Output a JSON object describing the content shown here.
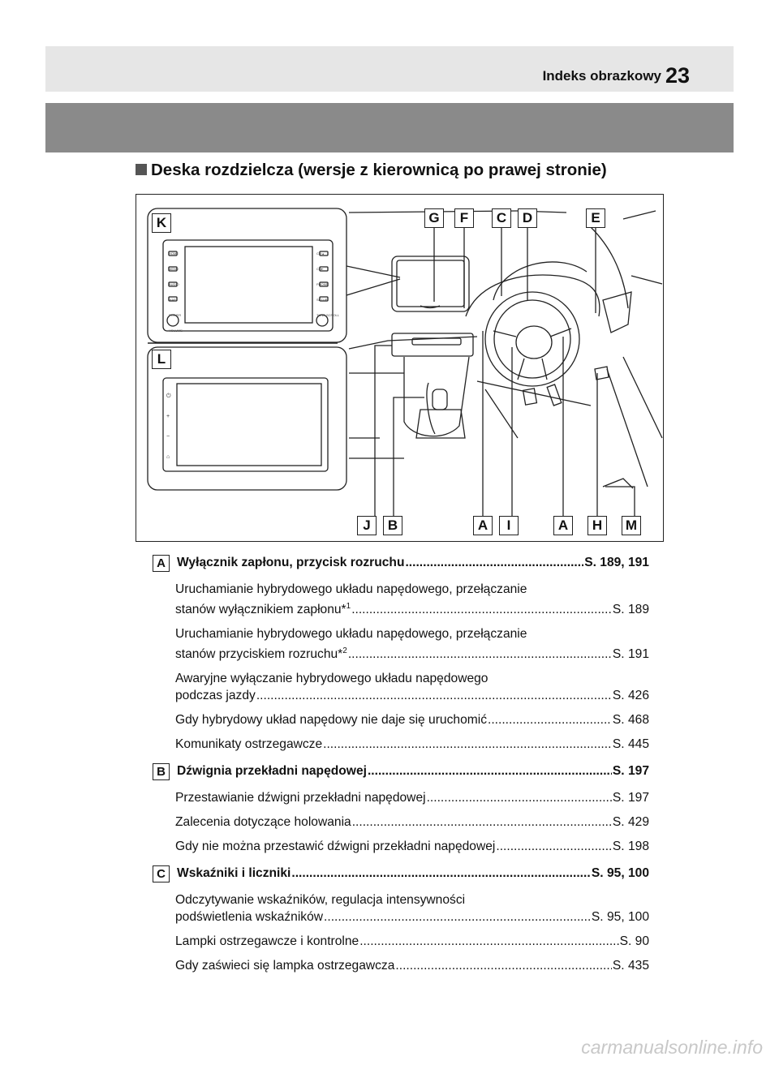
{
  "header": {
    "section_title": "Indeks obrazkowy",
    "page_number": "23"
  },
  "subhead": "Deska rozdzielcza (wersje z kierownicą po prawej stronie)",
  "figure": {
    "callouts_top": [
      "G",
      "F",
      "C",
      "D",
      "E"
    ],
    "callouts_bottom": [
      "J",
      "B",
      "A",
      "I",
      "A",
      "H",
      "M"
    ],
    "callout_k": "K",
    "callout_l": "L",
    "panel_k_buttons_left": [
      "HOME",
      "MENU",
      "AUDIO",
      "MAP",
      "POWER VOLUME"
    ],
    "panel_k_buttons_right": [
      "CH·▴",
      "CH▾·",
      "PHONE",
      "SETUP",
      "TUNE SCROLL"
    ],
    "panel_l_icons": [
      "⏻",
      "+",
      "−",
      "⌂"
    ]
  },
  "entries": [
    {
      "letter": "A",
      "title": "Wyłącznik zapłonu, przycisk rozruchu",
      "ref": "S. 189, 191",
      "items": [
        {
          "line1": "Uruchamianie hybrydowego układu napędowego, przełączanie",
          "text": "stanów wyłącznikiem zapłonu*",
          "sup": "1",
          "ref": "S. 189"
        },
        {
          "line1": "Uruchamianie hybrydowego układu napędowego, przełączanie",
          "text": "stanów przyciskiem rozruchu*",
          "sup": "2",
          "ref": "S. 191"
        },
        {
          "line1": "Awaryjne wyłączanie hybrydowego układu napędowego",
          "text": "podczas jazdy",
          "sup": "",
          "ref": "S. 426"
        },
        {
          "line1": "",
          "text": "Gdy hybrydowy układ napędowy nie daje się uruchomić",
          "sup": "",
          "ref": "S. 468"
        },
        {
          "line1": "",
          "text": "Komunikaty ostrzegawcze",
          "sup": "",
          "ref": "S. 445"
        }
      ]
    },
    {
      "letter": "B",
      "title": "Dźwignia przekładni napędowej",
      "ref": "S. 197",
      "items": [
        {
          "line1": "",
          "text": "Przestawianie dźwigni przekładni napędowej",
          "sup": "",
          "ref": "S. 197"
        },
        {
          "line1": "",
          "text": "Zalecenia dotyczące holowania",
          "sup": "",
          "ref": "S. 429"
        },
        {
          "line1": "",
          "text": "Gdy nie można przestawić dźwigni przekładni napędowej",
          "sup": "",
          "ref": "S. 198"
        }
      ]
    },
    {
      "letter": "C",
      "title": "Wskaźniki i liczniki",
      "ref": "S. 95, 100",
      "items": [
        {
          "line1": "Odczytywanie wskaźników, regulacja intensywności",
          "text": "podświetlenia wskaźników",
          "sup": "",
          "ref": "S. 95, 100"
        },
        {
          "line1": "",
          "text": "Lampki ostrzegawcze i kontrolne",
          "sup": "",
          "ref": "S. 90"
        },
        {
          "line1": "",
          "text": "Gdy zaświeci się lampka ostrzegawcza",
          "sup": "",
          "ref": "S. 435"
        }
      ]
    }
  ],
  "watermark": "carmanualsonline.info"
}
